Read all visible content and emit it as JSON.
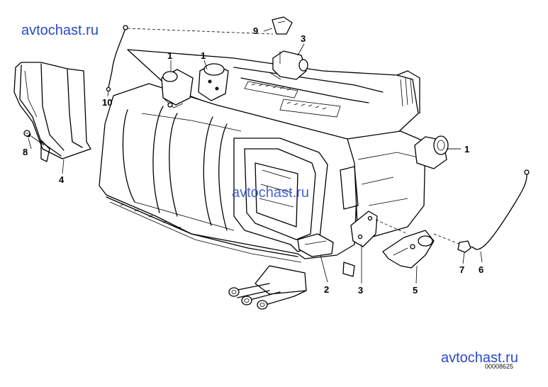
{
  "watermarks": [
    "avtochast.ru",
    "avtochast.ru",
    "avtochast.ru"
  ],
  "drawing_code": "00008625",
  "callouts": [
    "1",
    "1",
    "1",
    "2",
    "3",
    "3",
    "4",
    "5",
    "6",
    "7",
    "8",
    "9",
    "10"
  ]
}
